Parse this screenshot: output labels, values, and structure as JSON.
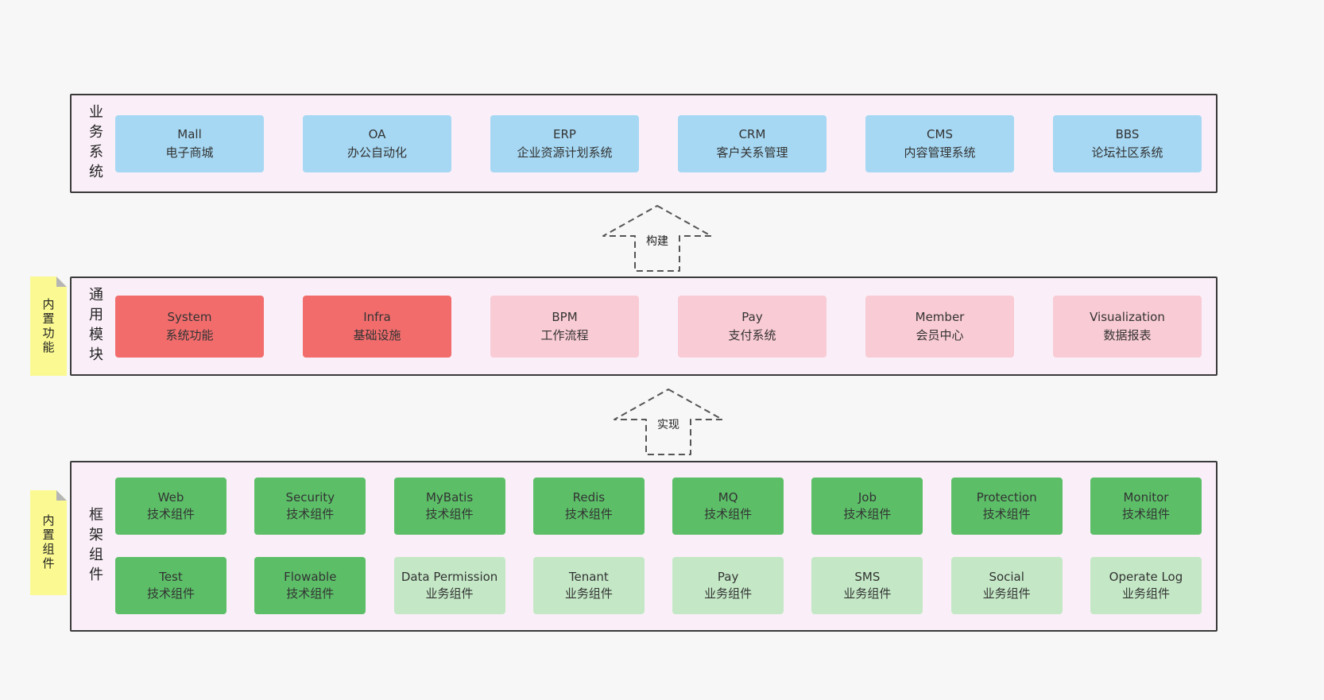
{
  "colors": {
    "page_bg": "#f7f7f7",
    "layer_bg": "#faeff8",
    "layer_border": "#3a3a3a",
    "blue": "#a6d8f3",
    "red": "#f26c6c",
    "pink": "#f9cbd4",
    "green_dark": "#5cbf68",
    "green_light": "#c4e8c6",
    "sticky_yellow": "#fbfa92"
  },
  "arrows": {
    "build": "构建",
    "implement": "实现"
  },
  "layers": {
    "business": {
      "side_label": "业务系统",
      "boxes": [
        {
          "title": "Mall",
          "subtitle": "电子商城"
        },
        {
          "title": "OA",
          "subtitle": "办公自动化"
        },
        {
          "title": "ERP",
          "subtitle": "企业资源计划系统"
        },
        {
          "title": "CRM",
          "subtitle": "客户关系管理"
        },
        {
          "title": "CMS",
          "subtitle": "内容管理系统"
        },
        {
          "title": "BBS",
          "subtitle": "论坛社区系统"
        }
      ]
    },
    "modules": {
      "side_label": "通用模块",
      "sticky": "内置功能",
      "boxes": [
        {
          "title": "System",
          "subtitle": "系统功能"
        },
        {
          "title": "Infra",
          "subtitle": "基础设施"
        },
        {
          "title": "BPM",
          "subtitle": "工作流程"
        },
        {
          "title": "Pay",
          "subtitle": "支付系统"
        },
        {
          "title": "Member",
          "subtitle": "会员中心"
        },
        {
          "title": "Visualization",
          "subtitle": "数据报表"
        }
      ]
    },
    "components": {
      "side_label": "框架组件",
      "sticky": "内置组件",
      "row1": [
        {
          "title": "Web",
          "subtitle": "技术组件"
        },
        {
          "title": "Security",
          "subtitle": "技术组件"
        },
        {
          "title": "MyBatis",
          "subtitle": "技术组件"
        },
        {
          "title": "Redis",
          "subtitle": "技术组件"
        },
        {
          "title": "MQ",
          "subtitle": "技术组件"
        },
        {
          "title": "Job",
          "subtitle": "技术组件"
        },
        {
          "title": "Protection",
          "subtitle": "技术组件"
        },
        {
          "title": "Monitor",
          "subtitle": "技术组件"
        }
      ],
      "row2": [
        {
          "title": "Test",
          "subtitle": "技术组件"
        },
        {
          "title": "Flowable",
          "subtitle": "技术组件"
        },
        {
          "title": "Data Permission",
          "subtitle": "业务组件"
        },
        {
          "title": "Tenant",
          "subtitle": "业务组件"
        },
        {
          "title": "Pay",
          "subtitle": "业务组件"
        },
        {
          "title": "SMS",
          "subtitle": "业务组件"
        },
        {
          "title": "Social",
          "subtitle": "业务组件"
        },
        {
          "title": "Operate Log",
          "subtitle": "业务组件"
        }
      ]
    }
  }
}
